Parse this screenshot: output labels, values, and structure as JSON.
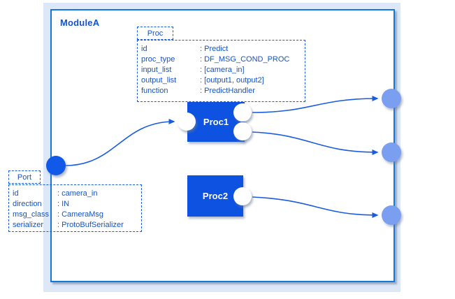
{
  "module": {
    "title": "ModuleA"
  },
  "proc_annotation": {
    "tab": "Proc",
    "rows": [
      {
        "key": "id",
        "value": ": Predict"
      },
      {
        "key": "proc_type",
        "value": ": DF_MSG_COND_PROC"
      },
      {
        "key": "input_list",
        "value": ": [camera_in]"
      },
      {
        "key": "output_list",
        "value": ": [output1, output2]"
      },
      {
        "key": "function",
        "value": ": PredictHandler"
      }
    ]
  },
  "port_annotation": {
    "tab": "Port",
    "rows": [
      {
        "key": "id",
        "value": ": camera_in"
      },
      {
        "key": "direction",
        "value": ": IN"
      },
      {
        "key": "msg_class",
        "value": ": CameraMsg"
      },
      {
        "key": "serializer",
        "value": ": ProtoBufSerializer"
      }
    ]
  },
  "nodes": {
    "proc1": {
      "label": "Proc1"
    },
    "proc2": {
      "label": "Proc2"
    }
  },
  "colors": {
    "accent_blue": "#1254cc",
    "wire_blue": "#1a5ce0",
    "node_fill": "#0d52e0",
    "module_border": "#1577dd",
    "input_port_fill": "#1159e8",
    "boundary_circle_fill": "#7b9ff0",
    "selection_band": "#dce7f8"
  }
}
